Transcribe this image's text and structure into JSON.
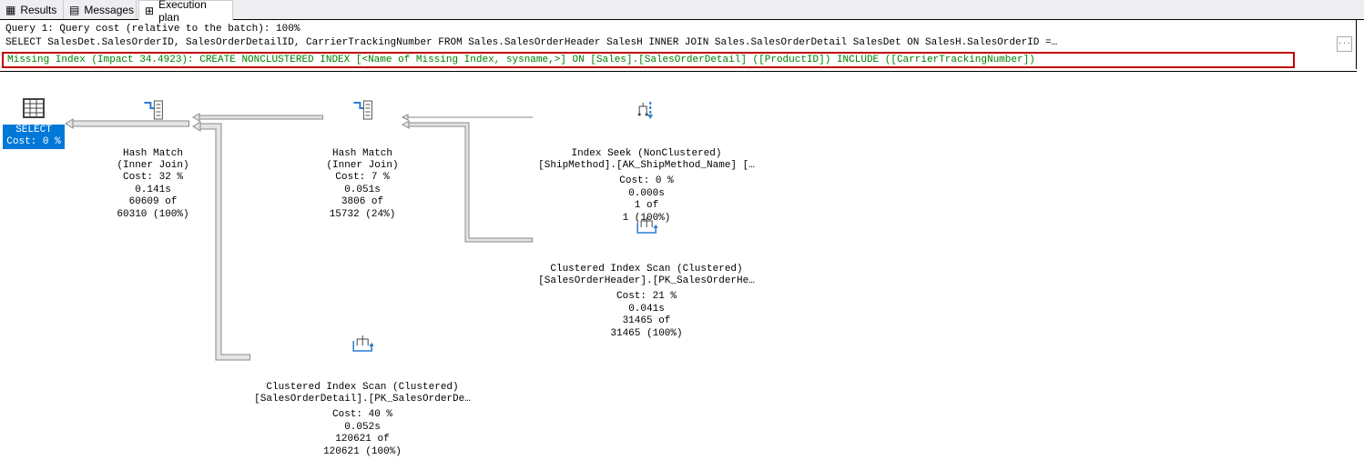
{
  "tabs": [
    {
      "label": "Results",
      "icon": "grid-icon"
    },
    {
      "label": "Messages",
      "icon": "messages-icon"
    },
    {
      "label": "Execution plan",
      "icon": "plan-icon"
    }
  ],
  "header": {
    "query_cost": "Query 1: Query cost (relative to the batch): 100%",
    "sql": "SELECT SalesDet.SalesOrderID, SalesOrderDetailID, CarrierTrackingNumber FROM Sales.SalesOrderHeader SalesH INNER JOIN Sales.SalesOrderDetail SalesDet ON SalesH.SalesOrderID =…",
    "missing_index": "Missing Index (Impact 34.4923): CREATE NONCLUSTERED INDEX [<Name of Missing Index, sysname,>] ON [Sales].[SalesOrderDetail] ([ProductID]) INCLUDE ([CarrierTrackingNumber])",
    "more_label": "..."
  },
  "colors": {
    "selected": "#0078d7",
    "missing": "#008000",
    "border": "#c00000"
  },
  "nodes": {
    "select": {
      "name": "SELECT",
      "cost": "Cost: 0 %"
    },
    "hash1": {
      "name": "Hash Match",
      "sub": "(Inner Join)",
      "cost": "Cost: 32 %",
      "time": "0.141s",
      "rows": "60609 of",
      "est": "60310 (100%)"
    },
    "hash2": {
      "name": "Hash Match",
      "sub": "(Inner Join)",
      "cost": "Cost: 7 %",
      "time": "0.051s",
      "rows": "3806 of",
      "est": "15732 (24%)"
    },
    "seek": {
      "name": "Index Seek (NonClustered)",
      "sub": "[ShipMethod].[AK_ShipMethod_Name] […",
      "cost": "Cost: 0 %",
      "time": "0.000s",
      "rows": "1 of",
      "est": "1 (100%)"
    },
    "scan_header": {
      "name": "Clustered Index Scan (Clustered)",
      "sub": "[SalesOrderHeader].[PK_SalesOrderHe…",
      "cost": "Cost: 21 %",
      "time": "0.041s",
      "rows": "31465 of",
      "est": "31465 (100%)"
    },
    "scan_detail": {
      "name": "Clustered Index Scan (Clustered)",
      "sub": "[SalesOrderDetail].[PK_SalesOrderDe…",
      "cost": "Cost: 40 %",
      "time": "0.052s",
      "rows": "120621 of",
      "est": "120621 (100%)"
    }
  }
}
